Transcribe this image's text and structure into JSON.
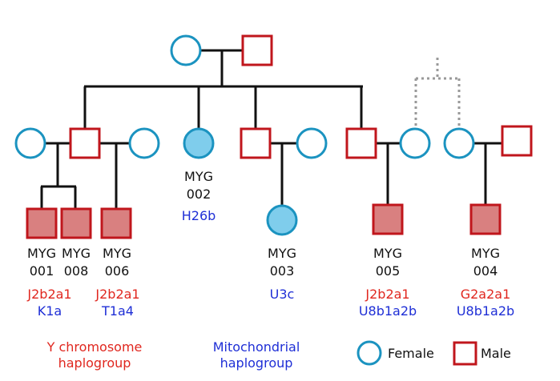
{
  "colors": {
    "female_stroke": "#1b93c0",
    "male_stroke": "#c0161c",
    "affected_female_fill": "#7fcdec",
    "affected_male_fill": "#d98080",
    "line": "#111111",
    "dotted_line": "#999999",
    "y_text": "#e0271f",
    "mt_text": "#1f2fd6"
  },
  "individuals": [
    {
      "key": "myg002",
      "id1": "MYG",
      "id2": "002",
      "y": "",
      "mt": "H26b"
    },
    {
      "key": "myg001",
      "id1": "MYG",
      "id2": "001",
      "y": "J2b2a1",
      "mt": "K1a"
    },
    {
      "key": "myg008",
      "id1": "MYG",
      "id2": "008",
      "y": "",
      "mt": ""
    },
    {
      "key": "myg006",
      "id1": "MYG",
      "id2": "006",
      "y": "J2b2a1",
      "mt": "T1a4"
    },
    {
      "key": "myg003",
      "id1": "MYG",
      "id2": "003",
      "y": "",
      "mt": "U3c"
    },
    {
      "key": "myg005",
      "id1": "MYG",
      "id2": "005",
      "y": "J2b2a1",
      "mt": "U8b1a2b"
    },
    {
      "key": "myg004",
      "id1": "MYG",
      "id2": "004",
      "y": "G2a2a1",
      "mt": "U8b1a2b"
    }
  ],
  "legend": {
    "y_label_line1": "Y chromosome",
    "y_label_line2": "haplogroup",
    "mt_label_line1": "Mitochondrial",
    "mt_label_line2": "haplogroup",
    "female": "Female",
    "male": "Male"
  }
}
